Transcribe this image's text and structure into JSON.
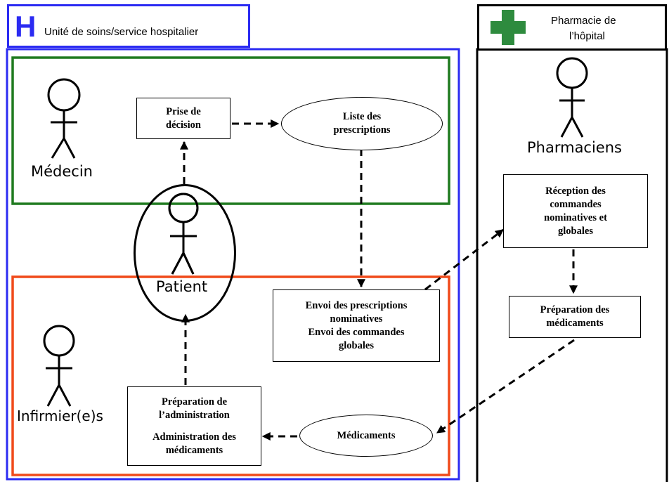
{
  "hospital_unit": {
    "logo_letter": "H",
    "title": "Unité de soins/service hospitalier",
    "border_color": "#2b2bf2"
  },
  "pharmacy": {
    "title_line1": "Pharmacie de",
    "title_line2": "l’hôpital",
    "cross_color": "#2e8b3e"
  },
  "zones": {
    "medecin_zone_color": "#1f7a1f",
    "infirmier_zone_color": "#f04a1a"
  },
  "actors": {
    "medecin": "Médecin",
    "patient": "Patient",
    "infirmiers": "Infirmier(e)s",
    "pharmaciens": "Pharmaciens"
  },
  "nodes": {
    "prise_decision": [
      "Prise de",
      "décision"
    ],
    "liste_prescriptions": [
      "Liste des",
      "prescriptions"
    ],
    "envoi": [
      "Envoi des prescriptions",
      "nominatives",
      "Envoi des commandes",
      "globales"
    ],
    "reception": [
      "Réception des",
      "commandes",
      "nominatives et",
      "globales"
    ],
    "preparation_medicaments": [
      "Préparation des",
      "médicaments"
    ],
    "medicaments": [
      "Médicaments"
    ],
    "preparation_admin": [
      "Préparation de",
      "l’administration"
    ],
    "administration": [
      "Administration des",
      "médicaments"
    ]
  }
}
